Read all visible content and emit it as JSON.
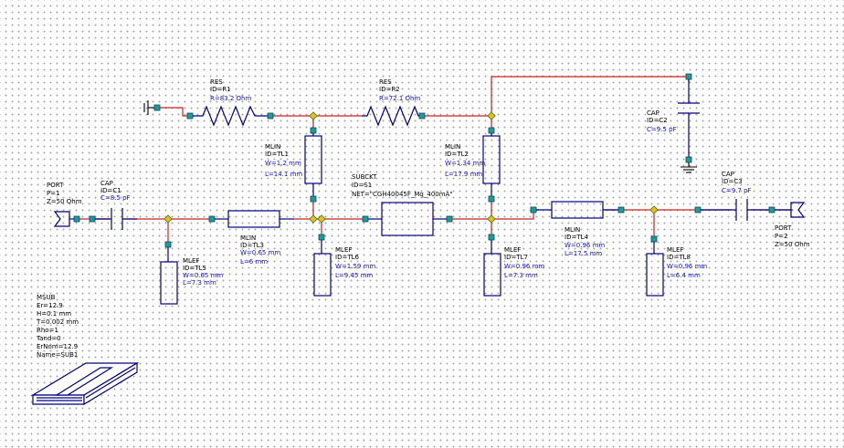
{
  "components": {
    "port1": {
      "lines": [
        "PORT",
        "P=1",
        "Z=50 Ohm"
      ]
    },
    "c1": {
      "lines": [
        "CAP",
        "ID=C1"
      ],
      "params": [
        "C=8.5 pF"
      ]
    },
    "tl5": {
      "lines": [
        "MLEF",
        "ID=TL5"
      ],
      "params": [
        "W=0.65 mm",
        "L=7.3 mm"
      ]
    },
    "tl3": {
      "lines": [
        "MLIN",
        "ID=TL3"
      ],
      "params": [
        "W=0.65 mm",
        "L=6 mm"
      ]
    },
    "r1": {
      "lines": [
        "RES",
        "ID=R1"
      ],
      "params": [
        "R=83.2 Ohm"
      ]
    },
    "tl1": {
      "lines": [
        "MLIN",
        "ID=TL1"
      ],
      "params": [
        "W=1.2 mm",
        "L=14.1 mm"
      ]
    },
    "tl6": {
      "lines": [
        "MLEF",
        "ID=TL6"
      ],
      "params": [
        "W=1.59 mm",
        "L=9.45 mm"
      ]
    },
    "r2": {
      "lines": [
        "RES",
        "ID=R2"
      ],
      "params": [
        "R=72.1 Ohm"
      ]
    },
    "s1": {
      "lines": [
        "SUBCKT",
        "ID=S1",
        "NET=\"CGH40045F_Mq_400mA\""
      ]
    },
    "tl2": {
      "lines": [
        "MLIN",
        "ID=TL2"
      ],
      "params": [
        "W=1.34 mm",
        "L=17.9 mm"
      ]
    },
    "tl7": {
      "lines": [
        "MLEF",
        "ID=TL7"
      ],
      "params": [
        "W=0.96 mm",
        "L=7.3 mm"
      ]
    },
    "c2": {
      "lines": [
        "CAP",
        "ID=C2"
      ],
      "params": [
        "C=9.5 pF"
      ]
    },
    "tl4": {
      "lines": [
        "MLIN",
        "ID=TL4"
      ],
      "params": [
        "W=0.96 mm",
        "L=17.5 mm"
      ]
    },
    "tl8": {
      "lines": [
        "MLEF",
        "ID=TL8"
      ],
      "params": [
        "W=0.96 mm",
        "L=6.4 mm"
      ]
    },
    "c3": {
      "lines": [
        "CAP",
        "ID=C3"
      ],
      "params": [
        "C=9.7 pF"
      ]
    },
    "port2": {
      "lines": [
        "PORT",
        "P=2",
        "Z=50 Ohm"
      ]
    },
    "msub": {
      "lines": [
        "MSUB",
        "Er=12.9",
        "H=0.1 mm",
        "T=0.002 mm",
        "Rho=1",
        "Tand=0",
        "ErNom=12.9",
        "Name=SUB1"
      ]
    }
  },
  "colors": {
    "wire": "#cc2222",
    "symbol": "#000080",
    "node": "#1e9c9c",
    "junction": "#e0c020",
    "param_text": "#1010cc",
    "grid": "#a8a8a8"
  }
}
